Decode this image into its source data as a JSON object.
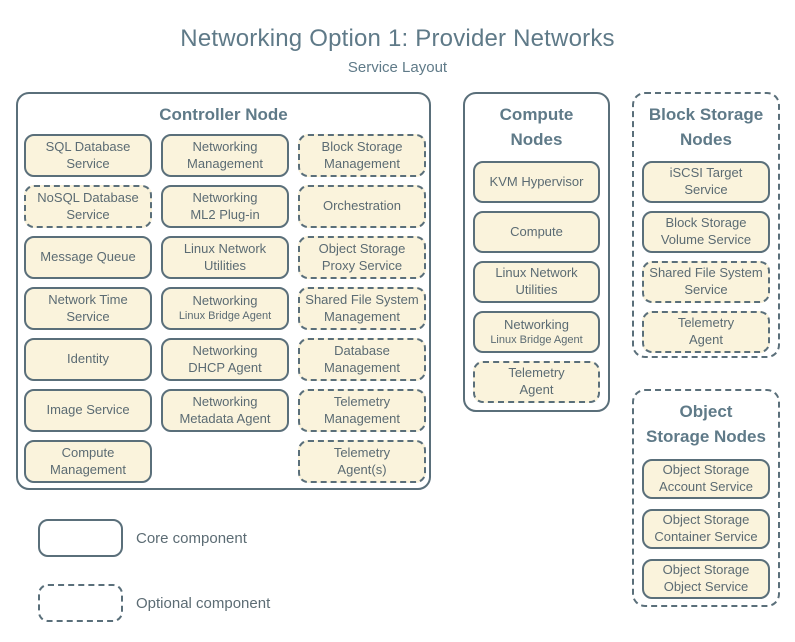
{
  "title": "Networking Option 1: Provider Networks",
  "subtitle": "Service Layout",
  "colors": {
    "box_fill": "#FAF3DC",
    "border": "#5A6F7A",
    "box_text": "#5B6B73",
    "heading_text": "#5F7A88"
  },
  "controller": {
    "header": "Controller Node",
    "services": [
      {
        "label": "SQL Database\nService",
        "type": "core"
      },
      {
        "label": "Networking\nManagement",
        "type": "core"
      },
      {
        "label": "Block Storage\nManagement",
        "type": "optional"
      },
      {
        "label": "NoSQL Database\nService",
        "type": "optional"
      },
      {
        "label": "Networking\nML2 Plug-in",
        "type": "core"
      },
      {
        "label": "Orchestration",
        "type": "optional"
      },
      {
        "label": "Message Queue",
        "type": "core"
      },
      {
        "label": "Linux Network\nUtilities",
        "type": "core"
      },
      {
        "label": "Object Storage\nProxy Service",
        "type": "optional"
      },
      {
        "label": "Network Time\nService",
        "type": "core"
      },
      {
        "label": "Networking",
        "sublabel": "Linux Bridge Agent",
        "type": "core"
      },
      {
        "label": "Shared File System\nManagement",
        "type": "optional"
      },
      {
        "label": "Identity",
        "type": "core"
      },
      {
        "label": "Networking\nDHCP Agent",
        "type": "core"
      },
      {
        "label": "Database\nManagement",
        "type": "optional"
      },
      {
        "label": "Image Service",
        "type": "core"
      },
      {
        "label": "Networking\nMetadata Agent",
        "type": "core"
      },
      {
        "label": "Telemetry\nManagement",
        "type": "optional"
      },
      {
        "label": "Compute\nManagement",
        "type": "core"
      },
      {
        "label": "Telemetry\nAgent(s)",
        "type": "optional"
      }
    ]
  },
  "compute": {
    "header": "Compute\nNodes",
    "services": [
      {
        "label": "KVM Hypervisor",
        "type": "core"
      },
      {
        "label": "Compute",
        "type": "core"
      },
      {
        "label": "Linux Network\nUtilities",
        "type": "core"
      },
      {
        "label": "Networking",
        "sublabel": "Linux Bridge Agent",
        "type": "core"
      },
      {
        "label": "Telemetry\nAgent",
        "type": "optional"
      }
    ]
  },
  "block_storage": {
    "header": "Block Storage\nNodes",
    "services": [
      {
        "label": "iSCSI Target\nService",
        "type": "core"
      },
      {
        "label": "Block Storage\nVolume Service",
        "type": "core"
      },
      {
        "label": "Shared File System\nService",
        "type": "optional"
      },
      {
        "label": "Telemetry\nAgent",
        "type": "optional"
      }
    ]
  },
  "object_storage": {
    "header": "Object\nStorage Nodes",
    "services": [
      {
        "label": "Object Storage\nAccount Service",
        "type": "core"
      },
      {
        "label": "Object Storage\nContainer Service",
        "type": "core"
      },
      {
        "label": "Object Storage\nObject Service",
        "type": "core"
      }
    ]
  },
  "legend": {
    "core": "Core component",
    "optional": "Optional component"
  }
}
